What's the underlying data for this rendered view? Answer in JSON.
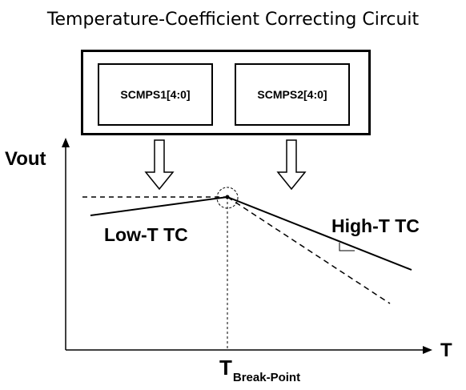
{
  "title": "Temperature-Coefficient Correcting Circuit",
  "registers": {
    "reg1": "SCMPS1[4:0]",
    "reg2": "SCMPS2[4:0]"
  },
  "axes": {
    "y_label": "Vout",
    "x_label": "T"
  },
  "curves": {
    "low_label": "Low-T TC",
    "high_label": "High-T TC"
  },
  "break_point": {
    "main": "T",
    "sub": "Break-Point"
  },
  "colors": {
    "stroke": "#000000",
    "background": "#ffffff"
  }
}
